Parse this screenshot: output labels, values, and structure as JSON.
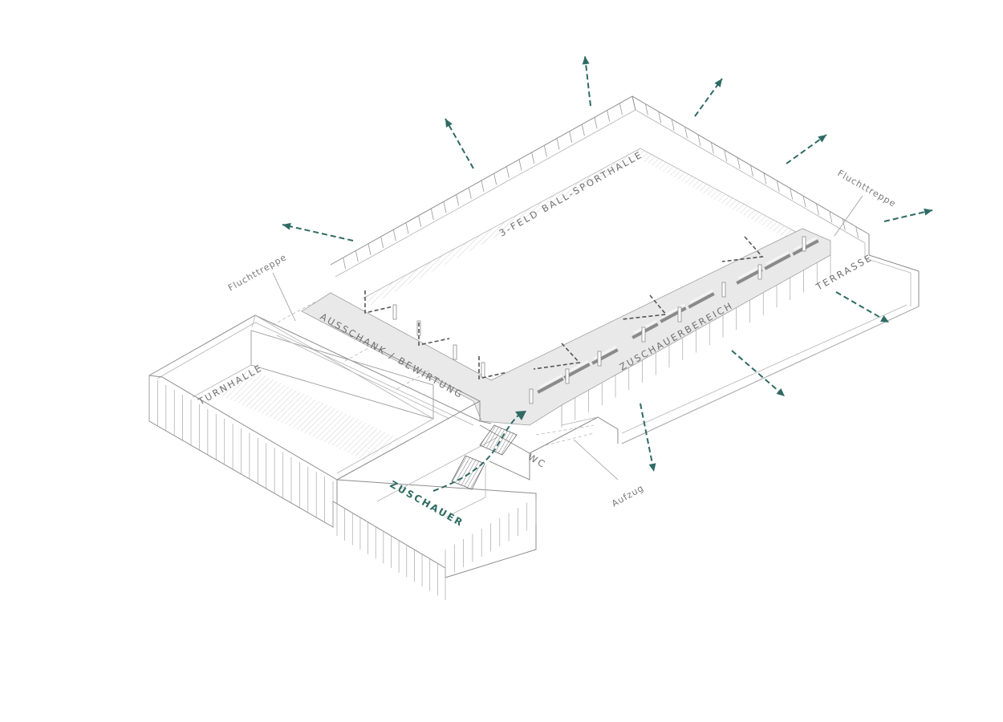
{
  "colors": {
    "accent": "#2f6b64",
    "line": "#8e8e8e",
    "light_line": "#b3b3b3",
    "label": "#6f6f6f",
    "fill": "#e9e9e9"
  },
  "labels": {
    "hall_main": "3-FELD BALL-SPORTHALLE",
    "bar": "AUSSCHANK / BEWIRTUNG",
    "spectator_area": "ZUSCHAUERBEREICH",
    "gym": "TURNHALLE",
    "spectators": "ZUSCHAUER",
    "wc": "WC",
    "elevator": "Aufzug",
    "terrace": "TERRASSE",
    "escape_stair_left": "Fluchttreppe",
    "escape_stair_right": "Fluchttreppe"
  }
}
